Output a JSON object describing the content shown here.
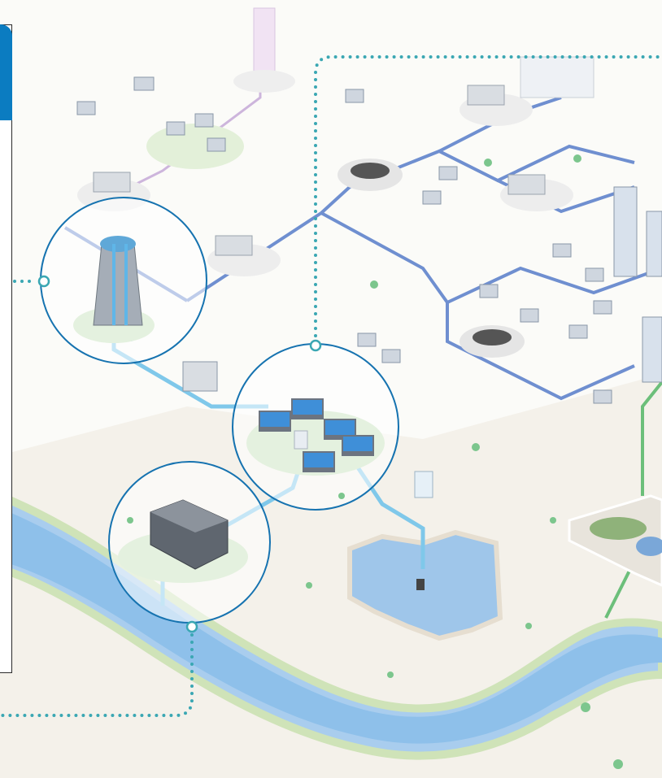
{
  "colors": {
    "water_blue": "#7fb6e6",
    "pipe_blue": "#6f8fd0",
    "pipe_light": "#7fc8ea",
    "pipe_green": "#6cbf7a",
    "pipe_purple": "#cdb5dc",
    "dotted_teal": "#3aa7b3",
    "callout_ring": "#1673b0",
    "panel_header": "#0b7cc1",
    "ground_grey": "#e7e2d8",
    "grass": "#d4ecd1"
  },
  "callouts": [
    {
      "id": "water-tower",
      "icon": "water-tower-icon"
    },
    {
      "id": "treatment-plant",
      "icon": "treatment-plant-icon"
    },
    {
      "id": "intake-pump-station",
      "icon": "pump-station-icon"
    }
  ],
  "icons": [
    "water-tower-icon",
    "treatment-plant-icon",
    "pump-station-icon",
    "reservoir-icon",
    "house-icon",
    "apartment-icon",
    "factory-icon",
    "tree-icon"
  ]
}
